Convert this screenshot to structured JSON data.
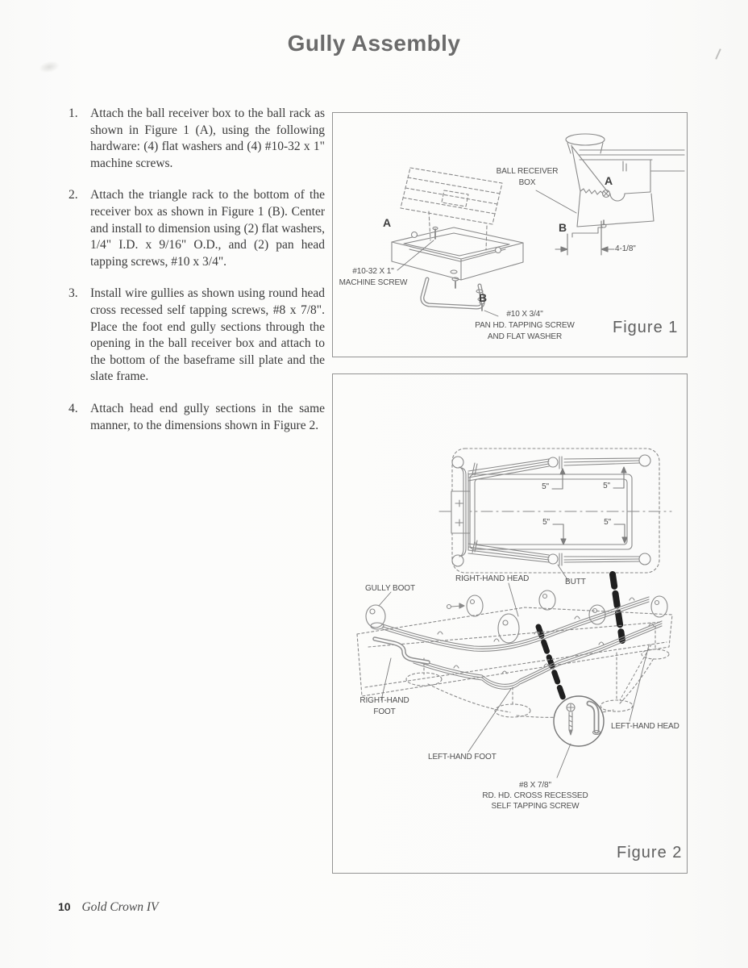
{
  "page": {
    "title": "Gully Assembly",
    "footer": {
      "page_number": "10",
      "manual_title": "Gold Crown IV"
    }
  },
  "instructions": {
    "items": [
      {
        "number": "1.",
        "text": "Attach the ball receiver box to the ball rack as shown in Figure 1 (A), using the following hardware: (4) flat washers and (4) #10-32 x 1\" machine screws."
      },
      {
        "number": "2.",
        "text": "Attach the triangle rack to the bottom of the receiver box as shown in Figure 1 (B). Center and install to dimension using (2) flat washers, 1/4\" I.D. x 9/16\" O.D., and (2) pan head tapping screws, #10 x 3/4\"."
      },
      {
        "number": "3.",
        "text": "Install wire gullies as shown using round head cross recessed self tapping screws, #8 x 7/8\". Place the foot end gully sections through the opening in the ball receiver box and attach to the bottom of the baseframe sill plate and the slate frame."
      },
      {
        "number": "4.",
        "text": "Attach head end gully sections in the same manner, to the dimensions shown in Figure 2."
      }
    ]
  },
  "figure1": {
    "caption": "Figure 1",
    "labels": {
      "ball_receiver_line1": "BALL RECEIVER",
      "ball_receiver_line2": "BOX",
      "marker_a_left": "A",
      "marker_a_right": "A",
      "marker_b_left": "B",
      "marker_b_right": "B",
      "machine_screw_line1": "#10-32 X 1\"",
      "machine_screw_line2": "MACHINE SCREW",
      "dimension": "4-1/8\"",
      "tapping_screw_line1": "#10 X 3/4\"",
      "tapping_screw_line2": "PAN HD. TAPPING SCREW",
      "tapping_screw_line3": "AND FLAT WASHER"
    }
  },
  "figure2": {
    "caption": "Figure 2",
    "labels": {
      "dim_top_left": "5\"",
      "dim_top_right": "5\"",
      "dim_bottom_left": "5\"",
      "dim_bottom_right": "5\"",
      "right_hand_head": "RIGHT-HAND HEAD",
      "butt": "BUTT",
      "gully_boot": "GULLY BOOT",
      "right_hand_foot_line1": "RIGHT-HAND",
      "right_hand_foot_line2": "FOOT",
      "left_hand_foot": "LEFT-HAND FOOT",
      "left_hand_head": "LEFT-HAND HEAD",
      "screw_line1": "#8 X 7/8\"",
      "screw_line2": "RD. HD. CROSS RECESSED",
      "screw_line3": "SELF TAPPING SCREW"
    }
  }
}
